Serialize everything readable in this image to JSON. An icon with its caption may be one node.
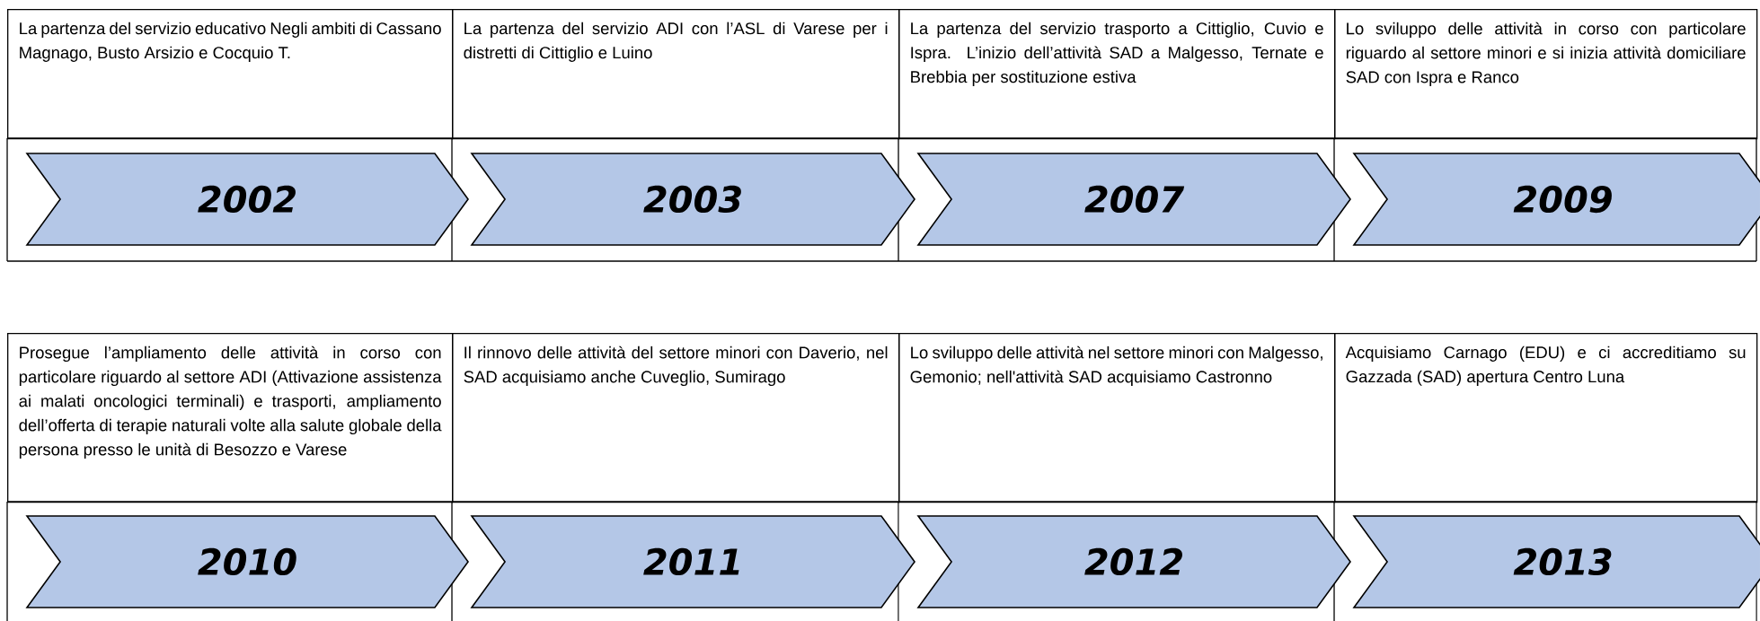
{
  "diagram": {
    "nodes": [
      {
        "text": [
          "La partenza del servizio educativo Negli ambiti di Cassano Magnago, Busto Arsizio e Cocquio T."
        ]
      },
      {
        "text": [
          "La partenza del servizio ADI con l’ASL di Varese per i distretti di Cittiglio e Luino"
        ]
      },
      {
        "text": [
          "La partenza del servizio trasporto a Cittiglio, Cuvio e Ispra. L’inizio dell’attività SAD a Malgesso, Ternate e Brebbia per sostituzione estiva"
        ]
      },
      {
        "text": [
          "Lo sviluppo delle attività in corso con particolare riguardo al settore minori e si inizia attività domiciliare SAD con Ispra e Ranco"
        ]
      },
      {
        "text": [
          "2002"
        ]
      },
      {
        "text": [
          "2003"
        ]
      },
      {
        "text": [
          "2007"
        ]
      },
      {
        "text": [
          "2009"
        ]
      },
      {
        "text": [
          "Prosegue l’ampliamento delle attività in corso con particolare riguardo al settore ADI (Attivazione assistenza ai malati oncologici terminali) e trasporti, ampliamento dell’offerta di terapie naturali volte alla salute globale della persona presso le unità di Besozzo e Varese"
        ]
      },
      {
        "text": [
          "Il rinnovo delle attività del settore minori con Daverio, nel SAD acquisiamo anche Cuveglio, Sumirago"
        ]
      },
      {
        "text": [
          "Lo sviluppo delle attività nel settore minori con Malgesso, Gemonio; nell'attività SAD acquisiamo Castronno"
        ]
      },
      {
        "text": [
          "Acquisiamo Carnago (EDU) e ci accreditiamo su Gazzada (SAD) apertura Centro Luna"
        ]
      },
      {
        "text": [
          "2010"
        ]
      },
      {
        "text": [
          "2011"
        ]
      },
      {
        "text": [
          "2012"
        ]
      },
      {
        "text": [
          "2013"
        ]
      }
    ]
  }
}
